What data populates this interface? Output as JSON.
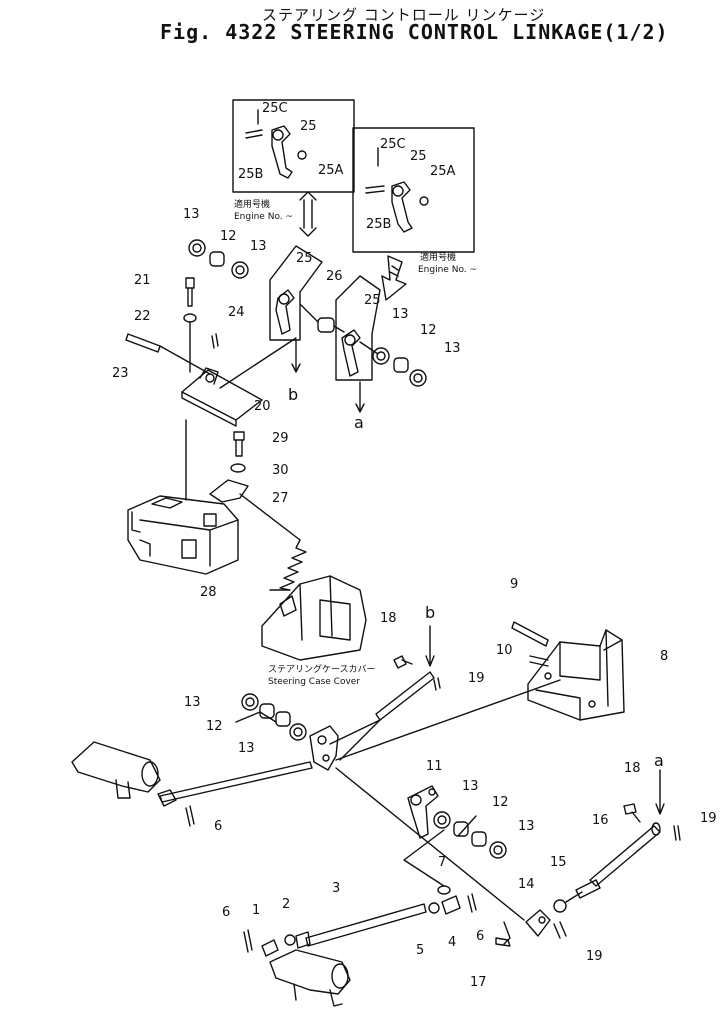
{
  "title": {
    "japanese": "ステアリング コントロール リンケージ",
    "english": "Fig. 4322  STEERING CONTROL LINKAGE(1/2)"
  },
  "callouts": {
    "engine_no_1": {
      "jp": "適用号機",
      "en": "Engine No. ~"
    },
    "engine_no_2": {
      "jp": "適用号機",
      "en": "Engine No. ~"
    },
    "case_cover": {
      "jp": "ステアリングケースカバー",
      "en": "Steering Case Cover"
    }
  },
  "part_labels": [
    {
      "id": "l25c-1",
      "text": "25C"
    },
    {
      "id": "l25-1",
      "text": "25"
    },
    {
      "id": "l25b-1",
      "text": "25B"
    },
    {
      "id": "l25a-1",
      "text": "25A"
    },
    {
      "id": "l25c-2",
      "text": "25C"
    },
    {
      "id": "l25-2",
      "text": "25"
    },
    {
      "id": "l25a-2",
      "text": "25A"
    },
    {
      "id": "l25b-2",
      "text": "25B"
    },
    {
      "id": "l13-a",
      "text": "13"
    },
    {
      "id": "l12-a",
      "text": "12"
    },
    {
      "id": "l13-b",
      "text": "13"
    },
    {
      "id": "l21",
      "text": "21"
    },
    {
      "id": "l22",
      "text": "22"
    },
    {
      "id": "l23",
      "text": "23"
    },
    {
      "id": "l24",
      "text": "24"
    },
    {
      "id": "l25-3",
      "text": "25"
    },
    {
      "id": "l26",
      "text": "26"
    },
    {
      "id": "l25-4",
      "text": "25"
    },
    {
      "id": "l13-c",
      "text": "13"
    },
    {
      "id": "l12-b",
      "text": "12"
    },
    {
      "id": "l13-d",
      "text": "13"
    },
    {
      "id": "l20",
      "text": "20"
    },
    {
      "id": "l29",
      "text": "29"
    },
    {
      "id": "l30",
      "text": "30"
    },
    {
      "id": "l27",
      "text": "27"
    },
    {
      "id": "l28",
      "text": "28"
    },
    {
      "id": "l9",
      "text": "9"
    },
    {
      "id": "l10",
      "text": "10"
    },
    {
      "id": "l8",
      "text": "8"
    },
    {
      "id": "l18-a",
      "text": "18"
    },
    {
      "id": "l19-a",
      "text": "19"
    },
    {
      "id": "l13-e",
      "text": "13"
    },
    {
      "id": "l12-c",
      "text": "12"
    },
    {
      "id": "l13-f",
      "text": "13"
    },
    {
      "id": "l6-a",
      "text": "6"
    },
    {
      "id": "l11",
      "text": "11"
    },
    {
      "id": "l13-g",
      "text": "13"
    },
    {
      "id": "l12-d",
      "text": "12"
    },
    {
      "id": "l13-h",
      "text": "13"
    },
    {
      "id": "l18-b",
      "text": "18"
    },
    {
      "id": "l16",
      "text": "16"
    },
    {
      "id": "l19-b",
      "text": "19"
    },
    {
      "id": "l15",
      "text": "15"
    },
    {
      "id": "l14",
      "text": "14"
    },
    {
      "id": "l7",
      "text": "7"
    },
    {
      "id": "l3",
      "text": "3"
    },
    {
      "id": "l6-b",
      "text": "6"
    },
    {
      "id": "l1",
      "text": "1"
    },
    {
      "id": "l2",
      "text": "2"
    },
    {
      "id": "l5",
      "text": "5"
    },
    {
      "id": "l4",
      "text": "4"
    },
    {
      "id": "l6-c",
      "text": "6"
    },
    {
      "id": "l17",
      "text": "17"
    },
    {
      "id": "l19-c",
      "text": "19"
    }
  ],
  "reference_marks": [
    {
      "id": "ref-b-1",
      "text": "b"
    },
    {
      "id": "ref-a-1",
      "text": "a"
    },
    {
      "id": "ref-b-2",
      "text": "b"
    },
    {
      "id": "ref-a-2",
      "text": "a"
    }
  ]
}
